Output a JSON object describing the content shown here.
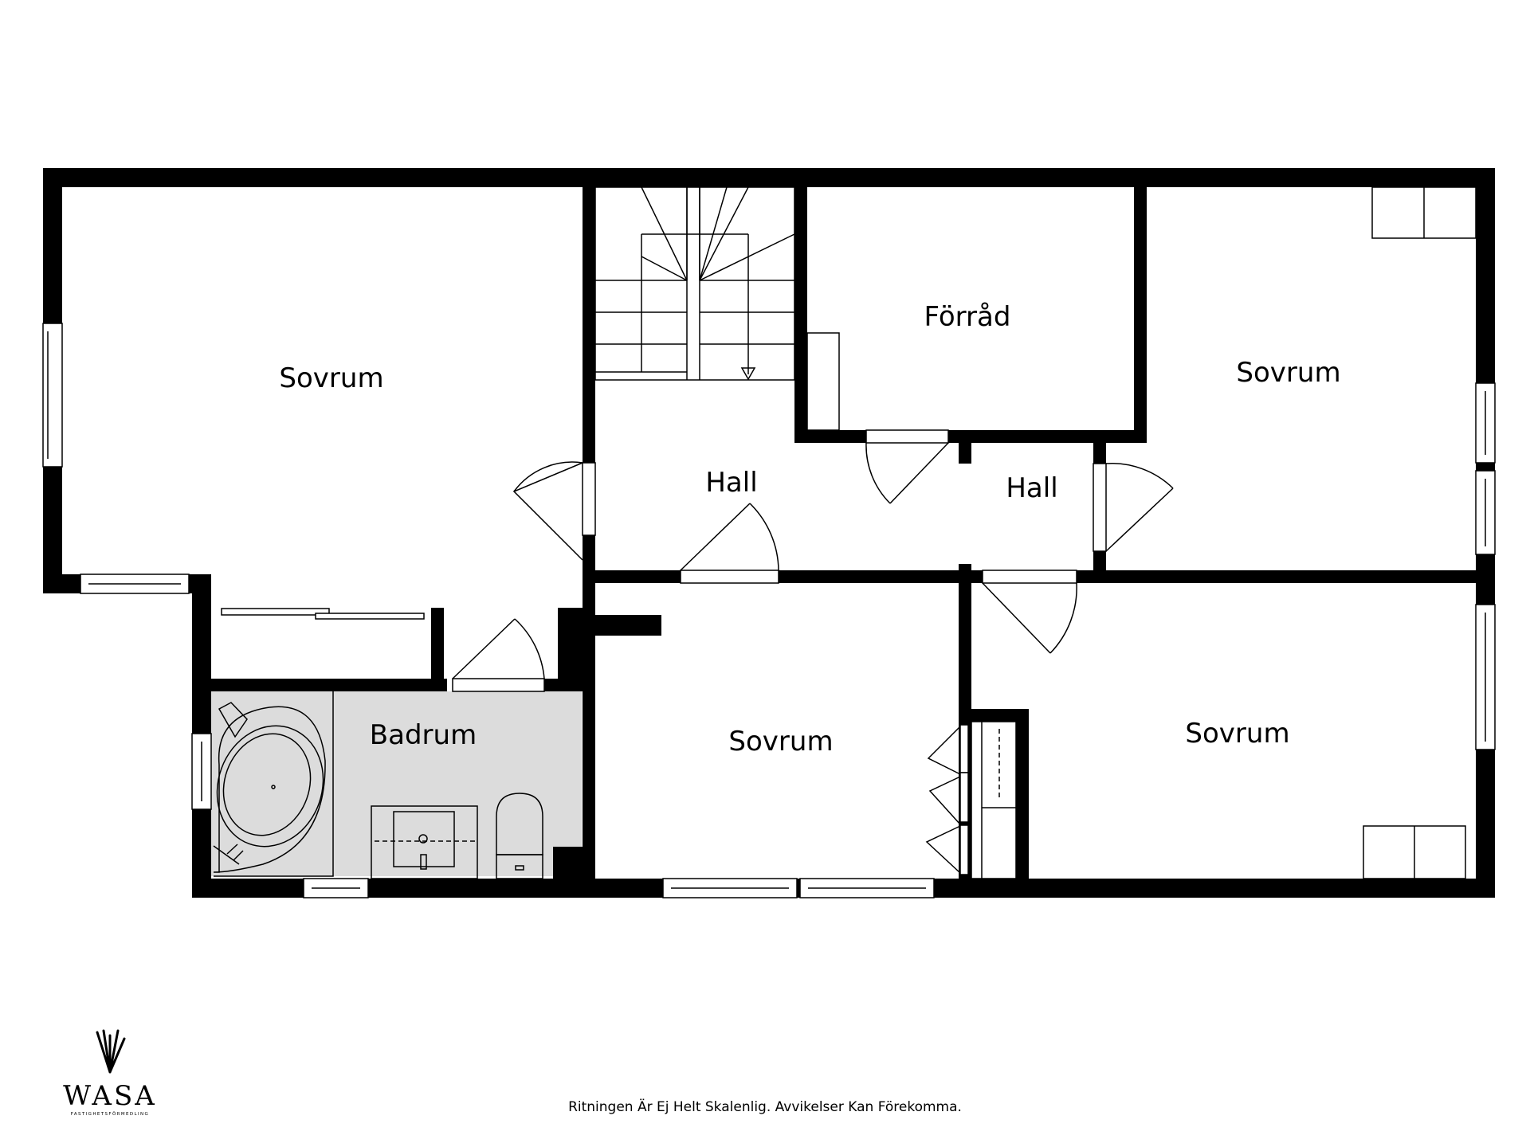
{
  "rooms": {
    "sovrum_1": "Sovrum",
    "hall_1": "Hall",
    "forrad": "Förråd",
    "sovrum_2": "Sovrum",
    "hall_2": "Hall",
    "badrum": "Badrum",
    "sovrum_3": "Sovrum",
    "sovrum_4": "Sovrum"
  },
  "disclaimer": "Ritningen Är Ej Helt Skalenlig. Avvikelser Kan Förekomma.",
  "brand": {
    "name": "WASA",
    "subtitle": "FASTIGHETSFÖRMEDLING",
    "icon": "wasa-sheaf-logo-icon"
  },
  "colors": {
    "walls": "#000000",
    "bathroom_fill": "#dcdcdc",
    "background": "#ffffff"
  }
}
